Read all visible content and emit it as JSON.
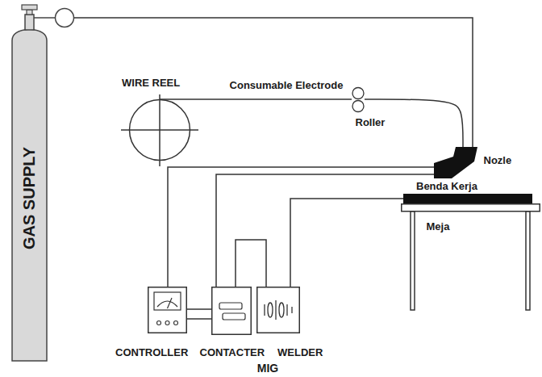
{
  "diagram": {
    "caption": "MIG",
    "nodes": [
      {
        "text": [
          "GAS SUPPLY"
        ]
      },
      {
        "text": [
          "WIRE REEL"
        ]
      },
      {
        "text": [
          "Roller"
        ]
      },
      {
        "text": [
          "Nozle"
        ]
      },
      {
        "text": [
          "Benda Kerja"
        ]
      },
      {
        "text": [
          "Meja"
        ]
      },
      {
        "text": [
          "CONTROLLER"
        ]
      },
      {
        "text": [
          "CONTACTER"
        ]
      },
      {
        "text": [
          "WELDER"
        ]
      }
    ],
    "edges": [
      {
        "from": 0,
        "to": 3,
        "arrow": "none"
      },
      {
        "from": 1,
        "to": 2,
        "label": "Consumable Electrode",
        "arrow": "none"
      },
      {
        "from": 2,
        "to": 3,
        "arrow": "none"
      },
      {
        "from": 6,
        "to": 3,
        "arrow": "none"
      },
      {
        "from": 6,
        "to": 7,
        "arrow": "none"
      },
      {
        "from": 6,
        "to": 7,
        "arrow": "none"
      },
      {
        "from": 7,
        "to": 3,
        "arrow": "none"
      },
      {
        "from": 7,
        "to": 8,
        "arrow": "none"
      },
      {
        "from": 8,
        "to": 4,
        "arrow": "none"
      }
    ]
  }
}
